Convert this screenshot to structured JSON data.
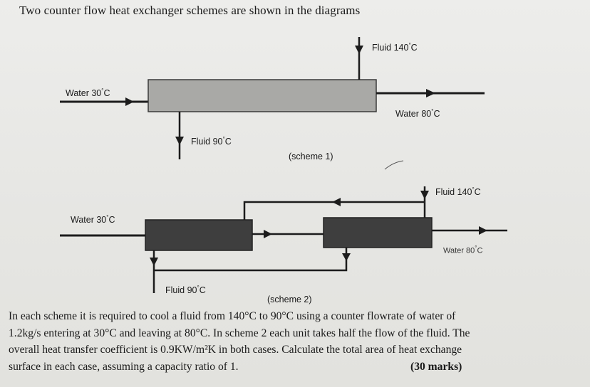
{
  "heading": "Two counter flow heat exchanger schemes are shown in the diagrams",
  "scheme1": {
    "caption": "(scheme 1)",
    "water_in": "Water 30",
    "water_in_unit": "C",
    "water_out": "Water 80",
    "water_out_unit": "C",
    "fluid_in": "Fluid 140",
    "fluid_in_unit": "C",
    "fluid_out": "Fluid 90",
    "fluid_out_unit": "C"
  },
  "scheme2": {
    "caption": "(scheme 2)",
    "water_in": "Water 30",
    "water_in_unit": "C",
    "water_out": "Water 80",
    "water_out_unit": "C",
    "fluid_in": "Fluid 140",
    "fluid_in_unit": "C",
    "fluid_out": "Fluid 90",
    "fluid_out_unit": "C"
  },
  "degree_symbol": "°",
  "problem_lines": [
    "In each scheme it is required to cool a fluid from 140°C to 90°C using a counter flowrate of water of",
    "1.2kg/s entering at 30°C and leaving at 80°C. In scheme 2 each unit takes half the flow of the fluid. The",
    "overall heat transfer coefficient is 0.9KW/m²K in both cases. Calculate the total area of heat exchange",
    "surface in each case, assuming a capacity ratio of 1."
  ],
  "marks": "(30 marks)",
  "colors": {
    "exchanger_light": "#a9a9a6",
    "exchanger_dark": "#3e3e3e",
    "line": "#1c1c1c"
  }
}
